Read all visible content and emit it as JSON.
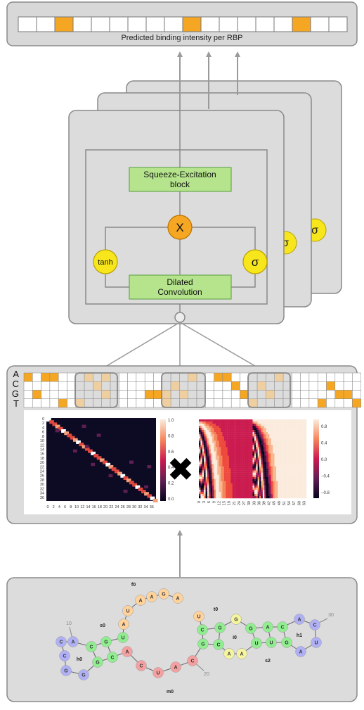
{
  "output": {
    "label": "Predicted binding intensity per RBP",
    "cells": [
      0,
      0,
      1,
      0,
      0,
      0,
      0,
      0,
      0,
      1,
      0,
      0,
      0,
      0,
      0,
      1,
      0,
      0
    ],
    "highlight_color": "#f5a623"
  },
  "block": {
    "se_line1": "Squeeze-Excitation",
    "se_line2": "block",
    "multiply_symbol": "X",
    "tanh_label": "tanh",
    "sigma_label": "σ",
    "conv_line1": "Dilated",
    "conv_line2": "Convolution",
    "back_sigma": "σ"
  },
  "sequence": {
    "row_labels": [
      "A",
      "C",
      "G",
      "T"
    ],
    "onehot": [
      [
        1,
        0,
        1,
        1,
        0,
        0,
        0,
        0,
        0,
        0,
        0,
        0,
        0,
        0,
        0,
        0,
        0,
        0,
        0,
        0,
        0,
        0,
        1,
        1,
        0,
        0,
        0,
        0,
        0,
        0,
        0,
        0,
        0,
        0,
        0,
        0,
        0,
        0,
        0
      ],
      [
        0,
        0,
        0,
        0,
        0,
        0,
        0,
        0,
        0,
        0,
        0,
        0,
        0,
        0,
        0,
        0,
        0,
        0,
        0,
        0,
        0,
        0,
        0,
        0,
        1,
        0,
        0,
        0,
        0,
        0,
        0,
        0,
        0,
        0,
        0,
        1,
        0,
        0,
        0
      ],
      [
        0,
        1,
        0,
        0,
        0,
        0,
        0,
        0,
        0,
        0,
        0,
        0,
        0,
        0,
        1,
        1,
        1,
        0,
        0,
        0,
        0,
        0,
        0,
        0,
        0,
        1,
        0,
        0,
        0,
        0,
        0,
        0,
        0,
        0,
        0,
        0,
        1,
        1,
        0
      ],
      [
        0,
        0,
        0,
        0,
        1,
        0,
        0,
        0,
        0,
        0,
        0,
        0,
        0,
        0,
        0,
        0,
        0,
        0,
        0,
        0,
        0,
        0,
        0,
        0,
        0,
        0,
        0,
        0,
        0,
        0,
        0,
        0,
        0,
        0,
        1,
        0,
        0,
        0,
        1
      ]
    ],
    "highlight_color": "#f5a623",
    "operator": "✖"
  },
  "heatmap1": {
    "ticks_y": [
      "0",
      "2",
      "4",
      "6",
      "8",
      "10",
      "12",
      "14",
      "16",
      "18",
      "20",
      "22",
      "24",
      "26",
      "28",
      "30",
      "32",
      "34",
      "36"
    ],
    "ticks_x": [
      "0",
      "2",
      "4",
      "6",
      "8",
      "10",
      "12",
      "14",
      "16",
      "18",
      "20",
      "22",
      "24",
      "26",
      "28",
      "30",
      "32",
      "34",
      "36"
    ],
    "colorbar_ticks": [
      "1.0",
      "0.8",
      "0.6",
      "0.4",
      "0.2",
      "0.0"
    ]
  },
  "heatmap2": {
    "ticks_x": [
      "0",
      "3",
      "6",
      "9",
      "12",
      "15",
      "18",
      "21",
      "24",
      "27",
      "30",
      "33",
      "36",
      "39",
      "42",
      "45",
      "48",
      "51",
      "54",
      "57",
      "60",
      "63"
    ],
    "colorbar_ticks": [
      "0.8",
      "0.4",
      "0.0",
      "−0.4",
      "−0.8"
    ]
  },
  "structure": {
    "labels": {
      "f0": "f0",
      "s0": "s0",
      "h0": "h0",
      "t0": "t0",
      "i0": "i0",
      "h1": "h1",
      "s2": "s2",
      "m0": "m0",
      "n10": "10",
      "n20": "20",
      "n30": "30"
    },
    "colors": {
      "stem": "#90ee90",
      "hairpin": "#b0b0f5",
      "external": "#ffd39b",
      "multiloop": "#f5a0a0",
      "interior": "#f5f5a0"
    }
  }
}
